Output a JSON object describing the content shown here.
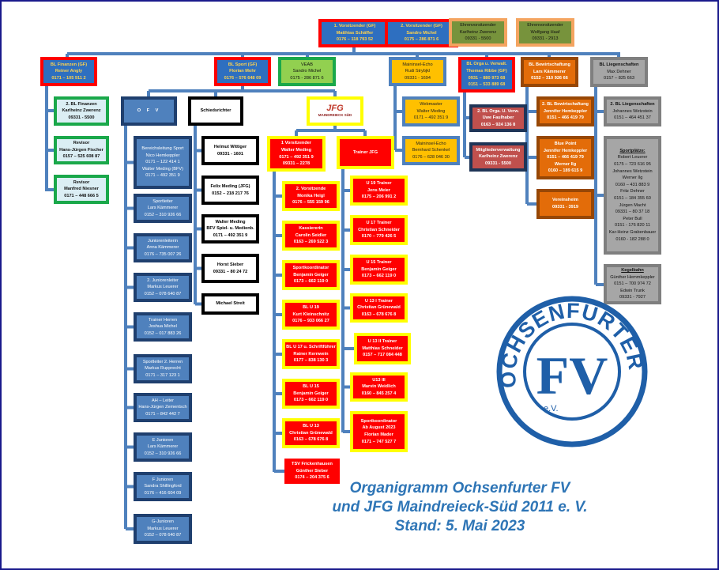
{
  "boxes": {
    "v1": {
      "lines": [
        "1. Vorsitzender (GF)",
        "Matthias Schäffer",
        "0176 – 118 793 52"
      ]
    },
    "v2": {
      "lines": [
        "2. Vorsitzender (GF)",
        "Sandro Michel",
        "0175 – 286 871 6"
      ]
    },
    "ehren1": {
      "lines": [
        "Ehrenvorsitzender",
        "Karlheinz Zwerenz",
        "09331 - 5500"
      ]
    },
    "ehren2": {
      "lines": [
        "Ehrenvorsitzender",
        "Wolfgang Haaf",
        "09331 - 2913"
      ]
    },
    "fin": {
      "lines": [
        "BL Finanzen (GF)",
        "Reiner Angly",
        "0171 – 105 911 2"
      ]
    },
    "sport": {
      "lines": [
        "BL Sport (GF)",
        "Florian Mohr",
        "0176 – 576 648 09"
      ]
    },
    "veab": {
      "lines": [
        "VEAB",
        "Sandro Michel",
        "0175 - 286 871 6"
      ]
    },
    "echo1": {
      "lines": [
        "Maininsel-Echo",
        "Rudi Strybjkl",
        "09331 - 1694"
      ]
    },
    "orga": {
      "lines": [
        "BL Orga u. Verwalt.",
        "Thomas Ribbe (GF)",
        "0931 – 880 973 68",
        "0151 – 533 889 68"
      ]
    },
    "bewirt": {
      "lines": [
        "BL Bewirtschaftung",
        "Lars Kämmerer",
        "0152 – 310 926 66"
      ]
    },
    "liegen": {
      "lines": [
        "BL Liegenschaften",
        "Max Dehner",
        "0157 – 825 663"
      ]
    },
    "fin2": {
      "lines": [
        "2. BL Finanzen",
        "Karlheinz Zwerenz",
        "09331 - 5500"
      ]
    },
    "rev1": {
      "lines": [
        "Revisor",
        "Hans-Jürgen Fischer",
        "0157 – 525 608 87"
      ]
    },
    "rev2": {
      "lines": [
        "Revisor",
        "Manfred Niesner",
        "0171 – 448 666 5"
      ]
    },
    "ofv": {
      "lines": [
        "O F V"
      ]
    },
    "schieds": {
      "lines": [
        "Schiedsrichter"
      ]
    },
    "o1": {
      "lines": [
        "Bereichsleitung Sport",
        "Nico Hemkeppler",
        "0171 – 122 414 1",
        "Walter Meding (BFV)",
        "0171 – 492 351 9"
      ]
    },
    "o2": {
      "lines": [
        "Sportleiter",
        "Lars Kämmerer",
        "0152 – 310 926 66"
      ]
    },
    "o3": {
      "lines": [
        "Juniorenleiterin",
        "Anna Kämmerer",
        "0176 – 735 007 26"
      ]
    },
    "o4": {
      "lines": [
        "2. Juniorenleiter",
        "Markus Leuerer",
        "0152 – 078 640 87"
      ]
    },
    "o5": {
      "lines": [
        "Trainer Herren",
        "Joshua Michel",
        "0152 – 017 883 26"
      ]
    },
    "o6": {
      "lines": [
        "Sportleiter 2. Herren",
        "Markus Rupprecht",
        "0171 – 317 123 1"
      ]
    },
    "o7": {
      "lines": [
        "AH – Leiter",
        "Hans-Jürgen Zementsch",
        "0171 – 842 442 7"
      ]
    },
    "o8": {
      "lines": [
        "E Junioren",
        "Lars Kämmerer",
        "0152 – 310 926 66"
      ]
    },
    "o9": {
      "lines": [
        "F Junioren",
        "Sandra Shillingford",
        "0176 – 416 604 09"
      ]
    },
    "o10": {
      "lines": [
        "G-Junioren",
        "Markus Leuerer",
        "0152 – 078 640 87"
      ]
    },
    "s1": {
      "lines": [
        "Helmut Wittiger",
        "09331 - 1601"
      ]
    },
    "s2": {
      "lines": [
        "Felix Meding (JFG)",
        "0152 – 218 217 76"
      ]
    },
    "s3": {
      "lines": [
        "Walter Meding",
        "BFV Spiel- u. Medienb.",
        "0171 – 492 351 9"
      ]
    },
    "s4": {
      "lines": [
        "Horst Sieber",
        "09331 – 80 24 72"
      ]
    },
    "s5": {
      "lines": [
        "Michael Streit"
      ]
    },
    "jv1": {
      "lines": [
        "1 Vorsitzender",
        "Walter Meding",
        "0171 – 492 351 9",
        "09331 – 2278"
      ]
    },
    "jtr": {
      "lines": [
        "Trainer JFG"
      ]
    },
    "j1": {
      "lines": [
        "2. Vorsitzende",
        "Monika Heigl",
        "0176 – 555 159 96"
      ]
    },
    "j2": {
      "lines": [
        "Kassiererin",
        "Carolin Seidler",
        "0163 – 269 522 3"
      ]
    },
    "j3": {
      "lines": [
        "Sportkoordinator",
        "Benjamin Geiger",
        "0173 – 662 119 0"
      ]
    },
    "j4": {
      "lines": [
        "BL U 19",
        "Kurt Kleinschnitz",
        "0176 – 933 066 27"
      ]
    },
    "j5": {
      "lines": [
        "BL U 17 u. Schriftführer",
        "Rainer Kernwein",
        "0177 – 838 130 3"
      ]
    },
    "j6": {
      "lines": [
        "BL U 15",
        "Benjamin Geiger",
        "0173 – 662 119 0"
      ]
    },
    "j7": {
      "lines": [
        "BL U 13",
        "Christian Grünewald",
        "0163 – 678 676 8"
      ]
    },
    "j8": {
      "lines": [
        "TSV Frickenhausen",
        "Günther Sieber",
        "0174 – 204 375 6"
      ]
    },
    "t1": {
      "lines": [
        "U 19 Trainer",
        "Jens Meier",
        "0175 – 206 991 2"
      ]
    },
    "t2": {
      "lines": [
        "U 17 Trainer",
        "Christian Schneider",
        "0170 – 779 426 5"
      ]
    },
    "t3": {
      "lines": [
        "U 15 Trainer",
        "Benjamin Geiger",
        "0173 – 662 119 0"
      ]
    },
    "t4": {
      "lines": [
        "U 13 I Trainer",
        "Christian Grünewald",
        "0163 – 678 676 8"
      ]
    },
    "t5": {
      "lines": [
        "U 13 II Trainer",
        "Matthias Schneider",
        "0157 – 717 084 448"
      ]
    },
    "t6": {
      "lines": [
        "U13 III",
        "Marvin Weidlich",
        "0160 – 845 257 4"
      ]
    },
    "t7": {
      "lines": [
        "Sportkoordinator",
        "Ab August 2023",
        "Florian Mader",
        "0171 – 747 527 7"
      ]
    },
    "web": {
      "lines": [
        "Webmaster",
        "Walter  Meding",
        "0171 – 492 351 9"
      ]
    },
    "echo2": {
      "lines": [
        "Maininsel-Echo",
        "Bernhard Schenkel",
        "0176 – 628 046 30"
      ]
    },
    "orga2": {
      "lines": [
        "2. BL Orga. U. Verw.",
        "Uwe Faulhaber",
        "0163 – 924 136 8"
      ]
    },
    "mitglied": {
      "lines": [
        "Mitgliederverwaltung",
        "Karlheinz Zwerenz",
        "09331 - 5500"
      ]
    },
    "bew2": {
      "lines": [
        "2. BL Bewirtschaftung",
        "Jennifer Hemkeppler",
        "0151 – 466 419 79"
      ]
    },
    "blue": {
      "lines": [
        "Blue Point",
        "Jennifer Hemkeppler",
        "0151 – 466 419 79",
        "Werner Ilg",
        "0160 – 189 615 9"
      ]
    },
    "verein": {
      "lines": [
        "Vereinsheim",
        "09331 - 3919"
      ]
    },
    "lieg2": {
      "lines": [
        "2. BL Liegenschaften",
        "Johannes Wetzstein",
        "0151 – 464 451 37"
      ]
    },
    "sportpl": {
      "heading": "Sportplätze:",
      "lines": [
        "Robert Leuerer",
        "0175 – 723  616 95",
        "Johannes Wetzstein",
        "Werner Ilg",
        "0160 – 431 883 9",
        "Fritz Dehner",
        "0151 – 184 355 60",
        "Jürgen Macht",
        "09331 – 80 37 18",
        "Peter Bull",
        "0151 - 176 820 11",
        "Kar-Heinz Grabenbauer",
        "0160 - 182 288 0"
      ]
    },
    "kegel": {
      "heading": "Kegelbahn",
      "lines": [
        "Günther Hemmkeppler",
        "0151 – 700 974 72",
        "Edwin Trunk",
        "09331 - 7927"
      ]
    }
  },
  "jfg_logo": {
    "letters": "JFG",
    "sub": "MAINDREIECK SÜD"
  },
  "fv_logo": {
    "ring_text": "OCHSENFURTER",
    "letters": "FV",
    "ev": "e.V."
  },
  "title": {
    "line1": "Organigramm Ochsenfurter FV",
    "line2": "und JFG Maindreieck-Süd 2011 e. V.",
    "line3": "Stand: 5. Mai 2023"
  },
  "colors": {
    "connector": "#4f81bd",
    "logo_blue": "#1f5fa8",
    "title": "#2e75b6"
  }
}
